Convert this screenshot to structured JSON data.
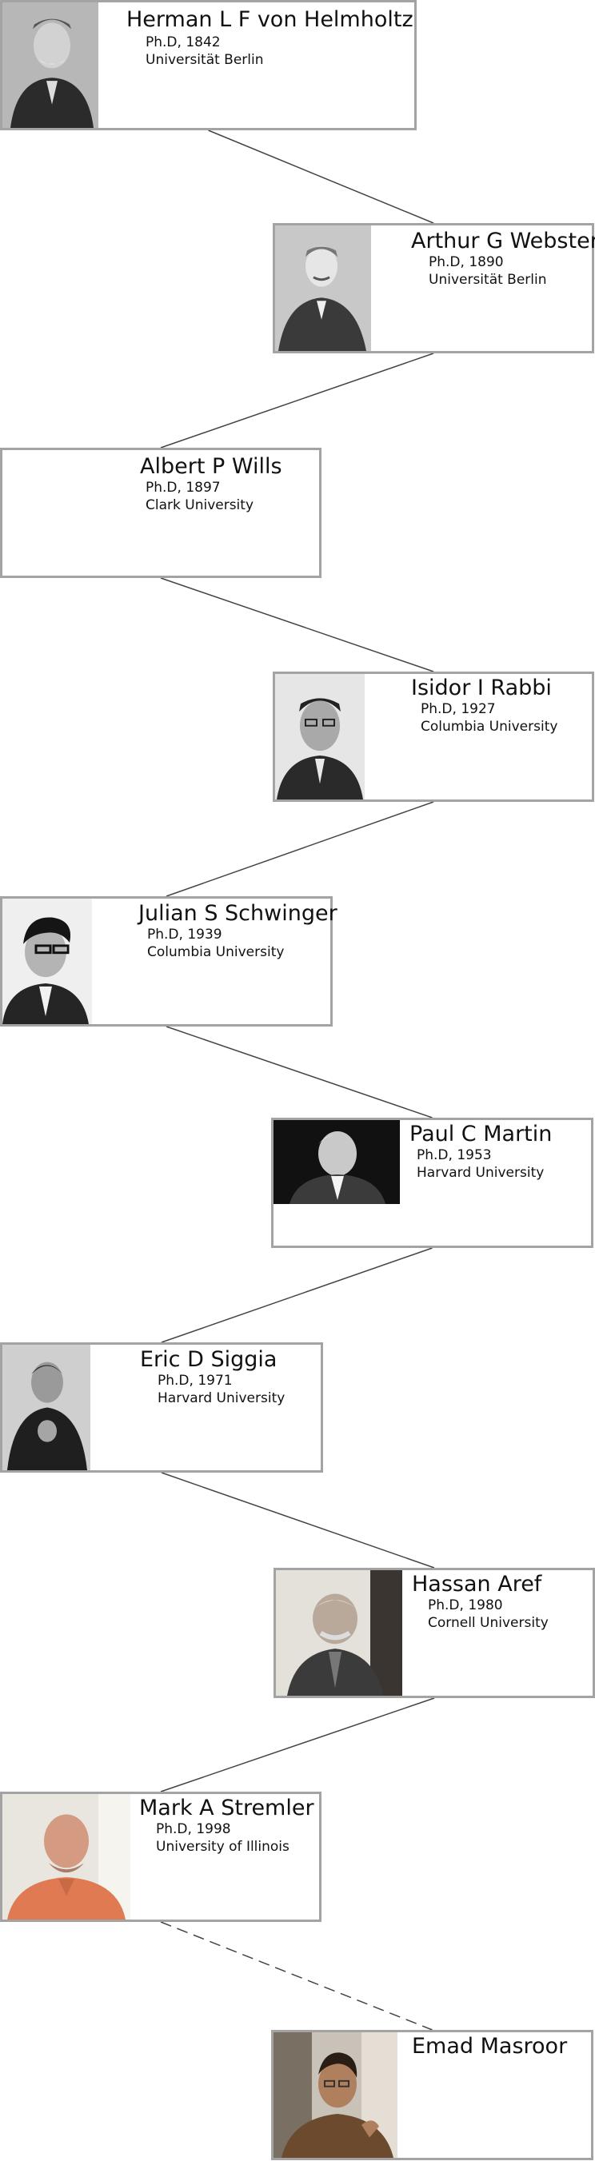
{
  "tree": {
    "people": [
      {
        "name": "Herman L F von Helmholtz",
        "degree": "Ph.D, 1842",
        "school": "Universität Berlin",
        "photo": "portrait-photo"
      },
      {
        "name": "Arthur G Webster",
        "degree": "Ph.D, 1890",
        "school": "Universität Berlin",
        "photo": "portrait-photo"
      },
      {
        "name": "Albert P Wills",
        "degree": "Ph.D, 1897",
        "school": "Clark University",
        "photo": ""
      },
      {
        "name": "Isidor I Rabbi",
        "degree": "Ph.D, 1927",
        "school": "Columbia University",
        "photo": "portrait-photo"
      },
      {
        "name": "Julian S Schwinger",
        "degree": "Ph.D, 1939",
        "school": "Columbia University",
        "photo": "portrait-photo"
      },
      {
        "name": "Paul C Martin",
        "degree": "Ph.D, 1953",
        "school": "Harvard University",
        "photo": "portrait-photo"
      },
      {
        "name": "Eric D Siggia",
        "degree": "Ph.D, 1971",
        "school": "Harvard University",
        "photo": "portrait-photo"
      },
      {
        "name": "Hassan Aref",
        "degree": "Ph.D, 1980",
        "school": "Cornell University",
        "photo": "portrait-photo"
      },
      {
        "name": "Mark A Stremler",
        "degree": "Ph.D, 1998",
        "school": "University of Illinois",
        "photo": "portrait-photo"
      },
      {
        "name": "Emad Masroor",
        "degree": "",
        "school": "",
        "photo": "portrait-photo"
      }
    ],
    "links": [
      {
        "from": 0,
        "to": 1,
        "style": "solid"
      },
      {
        "from": 1,
        "to": 2,
        "style": "solid"
      },
      {
        "from": 2,
        "to": 3,
        "style": "solid"
      },
      {
        "from": 3,
        "to": 4,
        "style": "solid"
      },
      {
        "from": 4,
        "to": 5,
        "style": "solid"
      },
      {
        "from": 5,
        "to": 6,
        "style": "solid"
      },
      {
        "from": 6,
        "to": 7,
        "style": "solid"
      },
      {
        "from": 7,
        "to": 8,
        "style": "solid"
      },
      {
        "from": 8,
        "to": 9,
        "style": "dashed"
      }
    ],
    "colors": {
      "border": "#a3a3a3",
      "line": "#444444"
    }
  }
}
